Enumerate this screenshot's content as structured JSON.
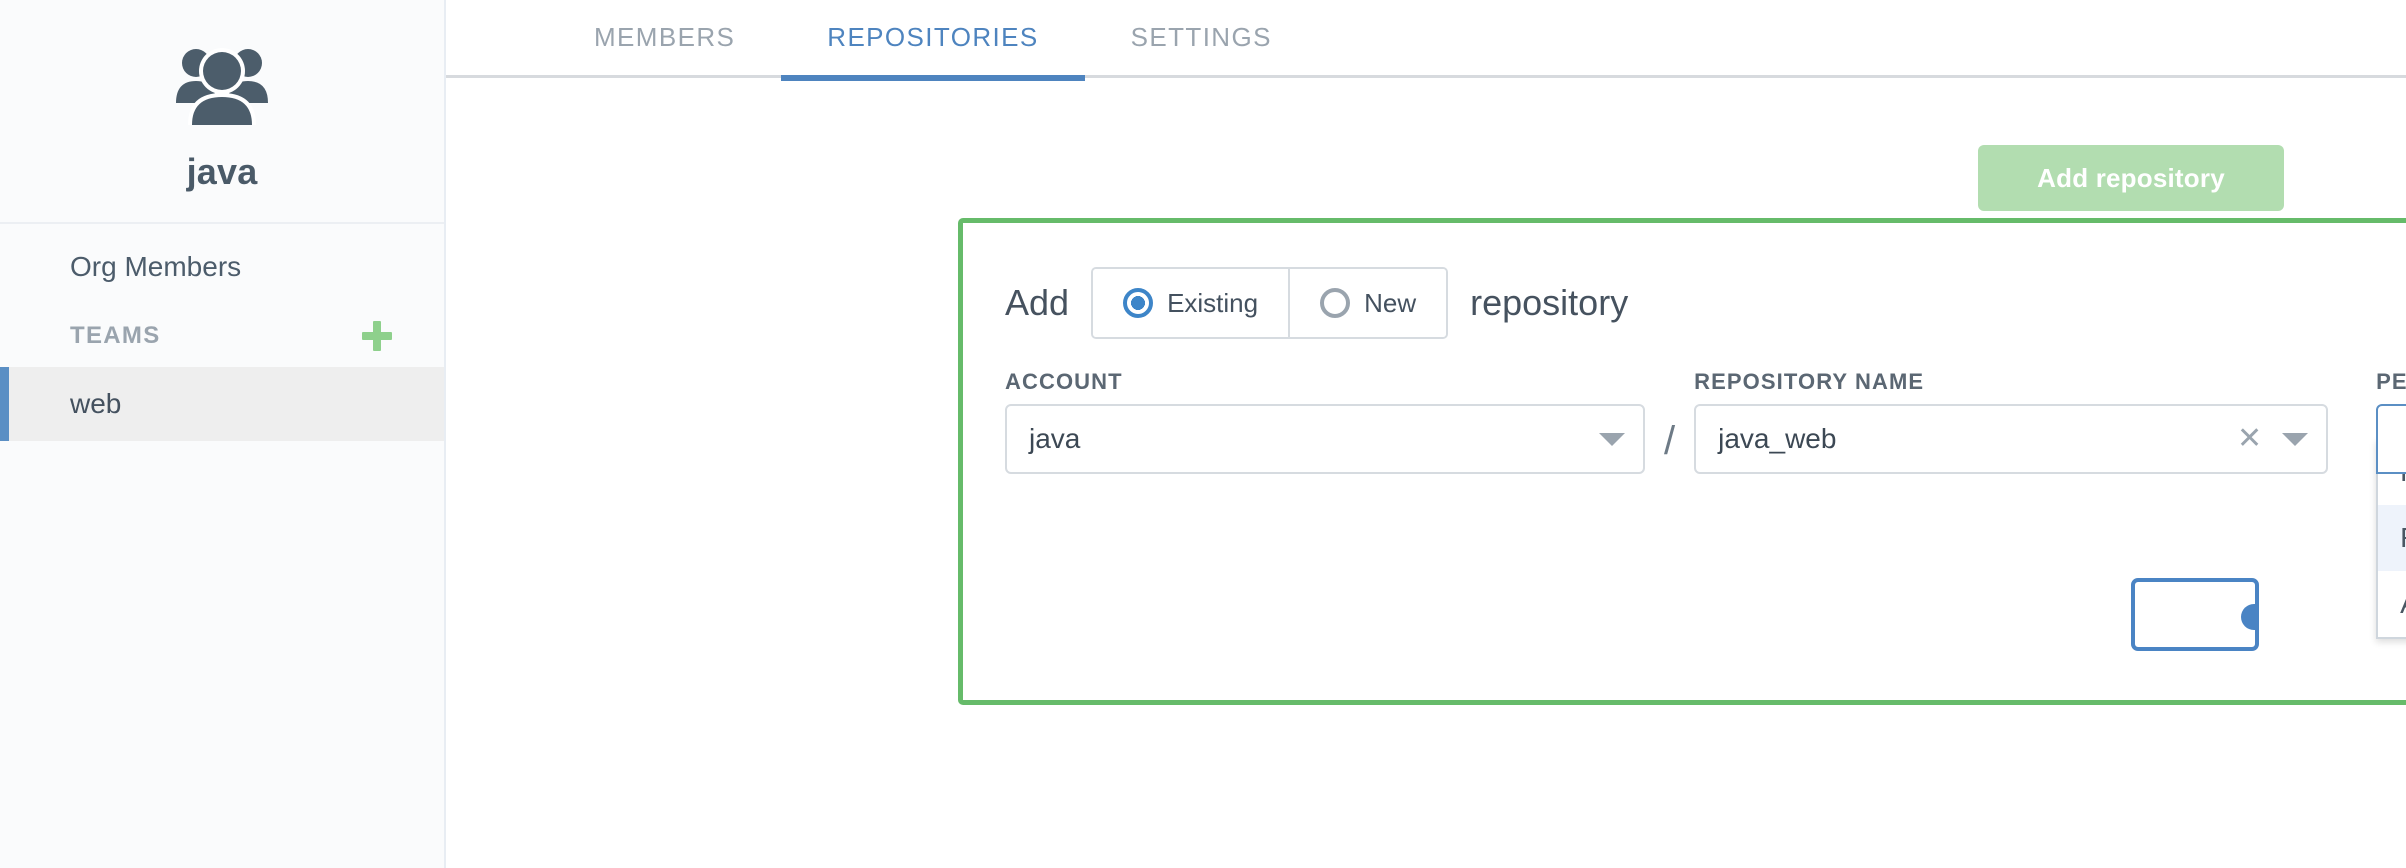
{
  "sidebar": {
    "org_icon": "users-group-icon",
    "org_name": "java",
    "nav_items": [
      {
        "label": "Org Members",
        "name": "sidebar-item-org-members"
      }
    ],
    "teams_section": {
      "label": "TEAMS",
      "add_icon": "plus-icon"
    },
    "teams": [
      {
        "label": "web",
        "name": "sidebar-item-team-web",
        "selected": true
      }
    ]
  },
  "tabs": [
    {
      "label": "MEMBERS",
      "active": false
    },
    {
      "label": "REPOSITORIES",
      "active": true
    },
    {
      "label": "SETTINGS",
      "active": false
    }
  ],
  "toolbar": {
    "add_repository_label": "Add repository"
  },
  "form": {
    "prefix_word": "Add",
    "suffix_word": "repository",
    "mode_options": [
      {
        "label": "Existing",
        "selected": true
      },
      {
        "label": "New",
        "selected": false
      }
    ],
    "account": {
      "label": "ACCOUNT",
      "value": "java",
      "caret_icon": "chevron-down-icon"
    },
    "separator": "/",
    "repository": {
      "label": "REPOSITORY NAME",
      "value": "java_web",
      "clear_icon": "close-icon",
      "caret_icon": "chevron-down-icon"
    },
    "permissions": {
      "label": "PERMISSIONS",
      "value": "",
      "caret_icon": "chevron-up-icon",
      "open": true,
      "options": [
        {
          "label": "Read-only",
          "highlighted": false
        },
        {
          "label": "Read-write",
          "highlighted": true
        },
        {
          "label": "Admin",
          "highlighted": false
        }
      ]
    }
  },
  "colors": {
    "accent_blue": "#4e84bf",
    "panel_green": "#66bb6a",
    "button_green": "#b2ddb0",
    "plus_green": "#8ed08c",
    "text_dark": "#44515f",
    "text_muted": "#9aa4ae",
    "row_highlight": "#eef3fb"
  }
}
